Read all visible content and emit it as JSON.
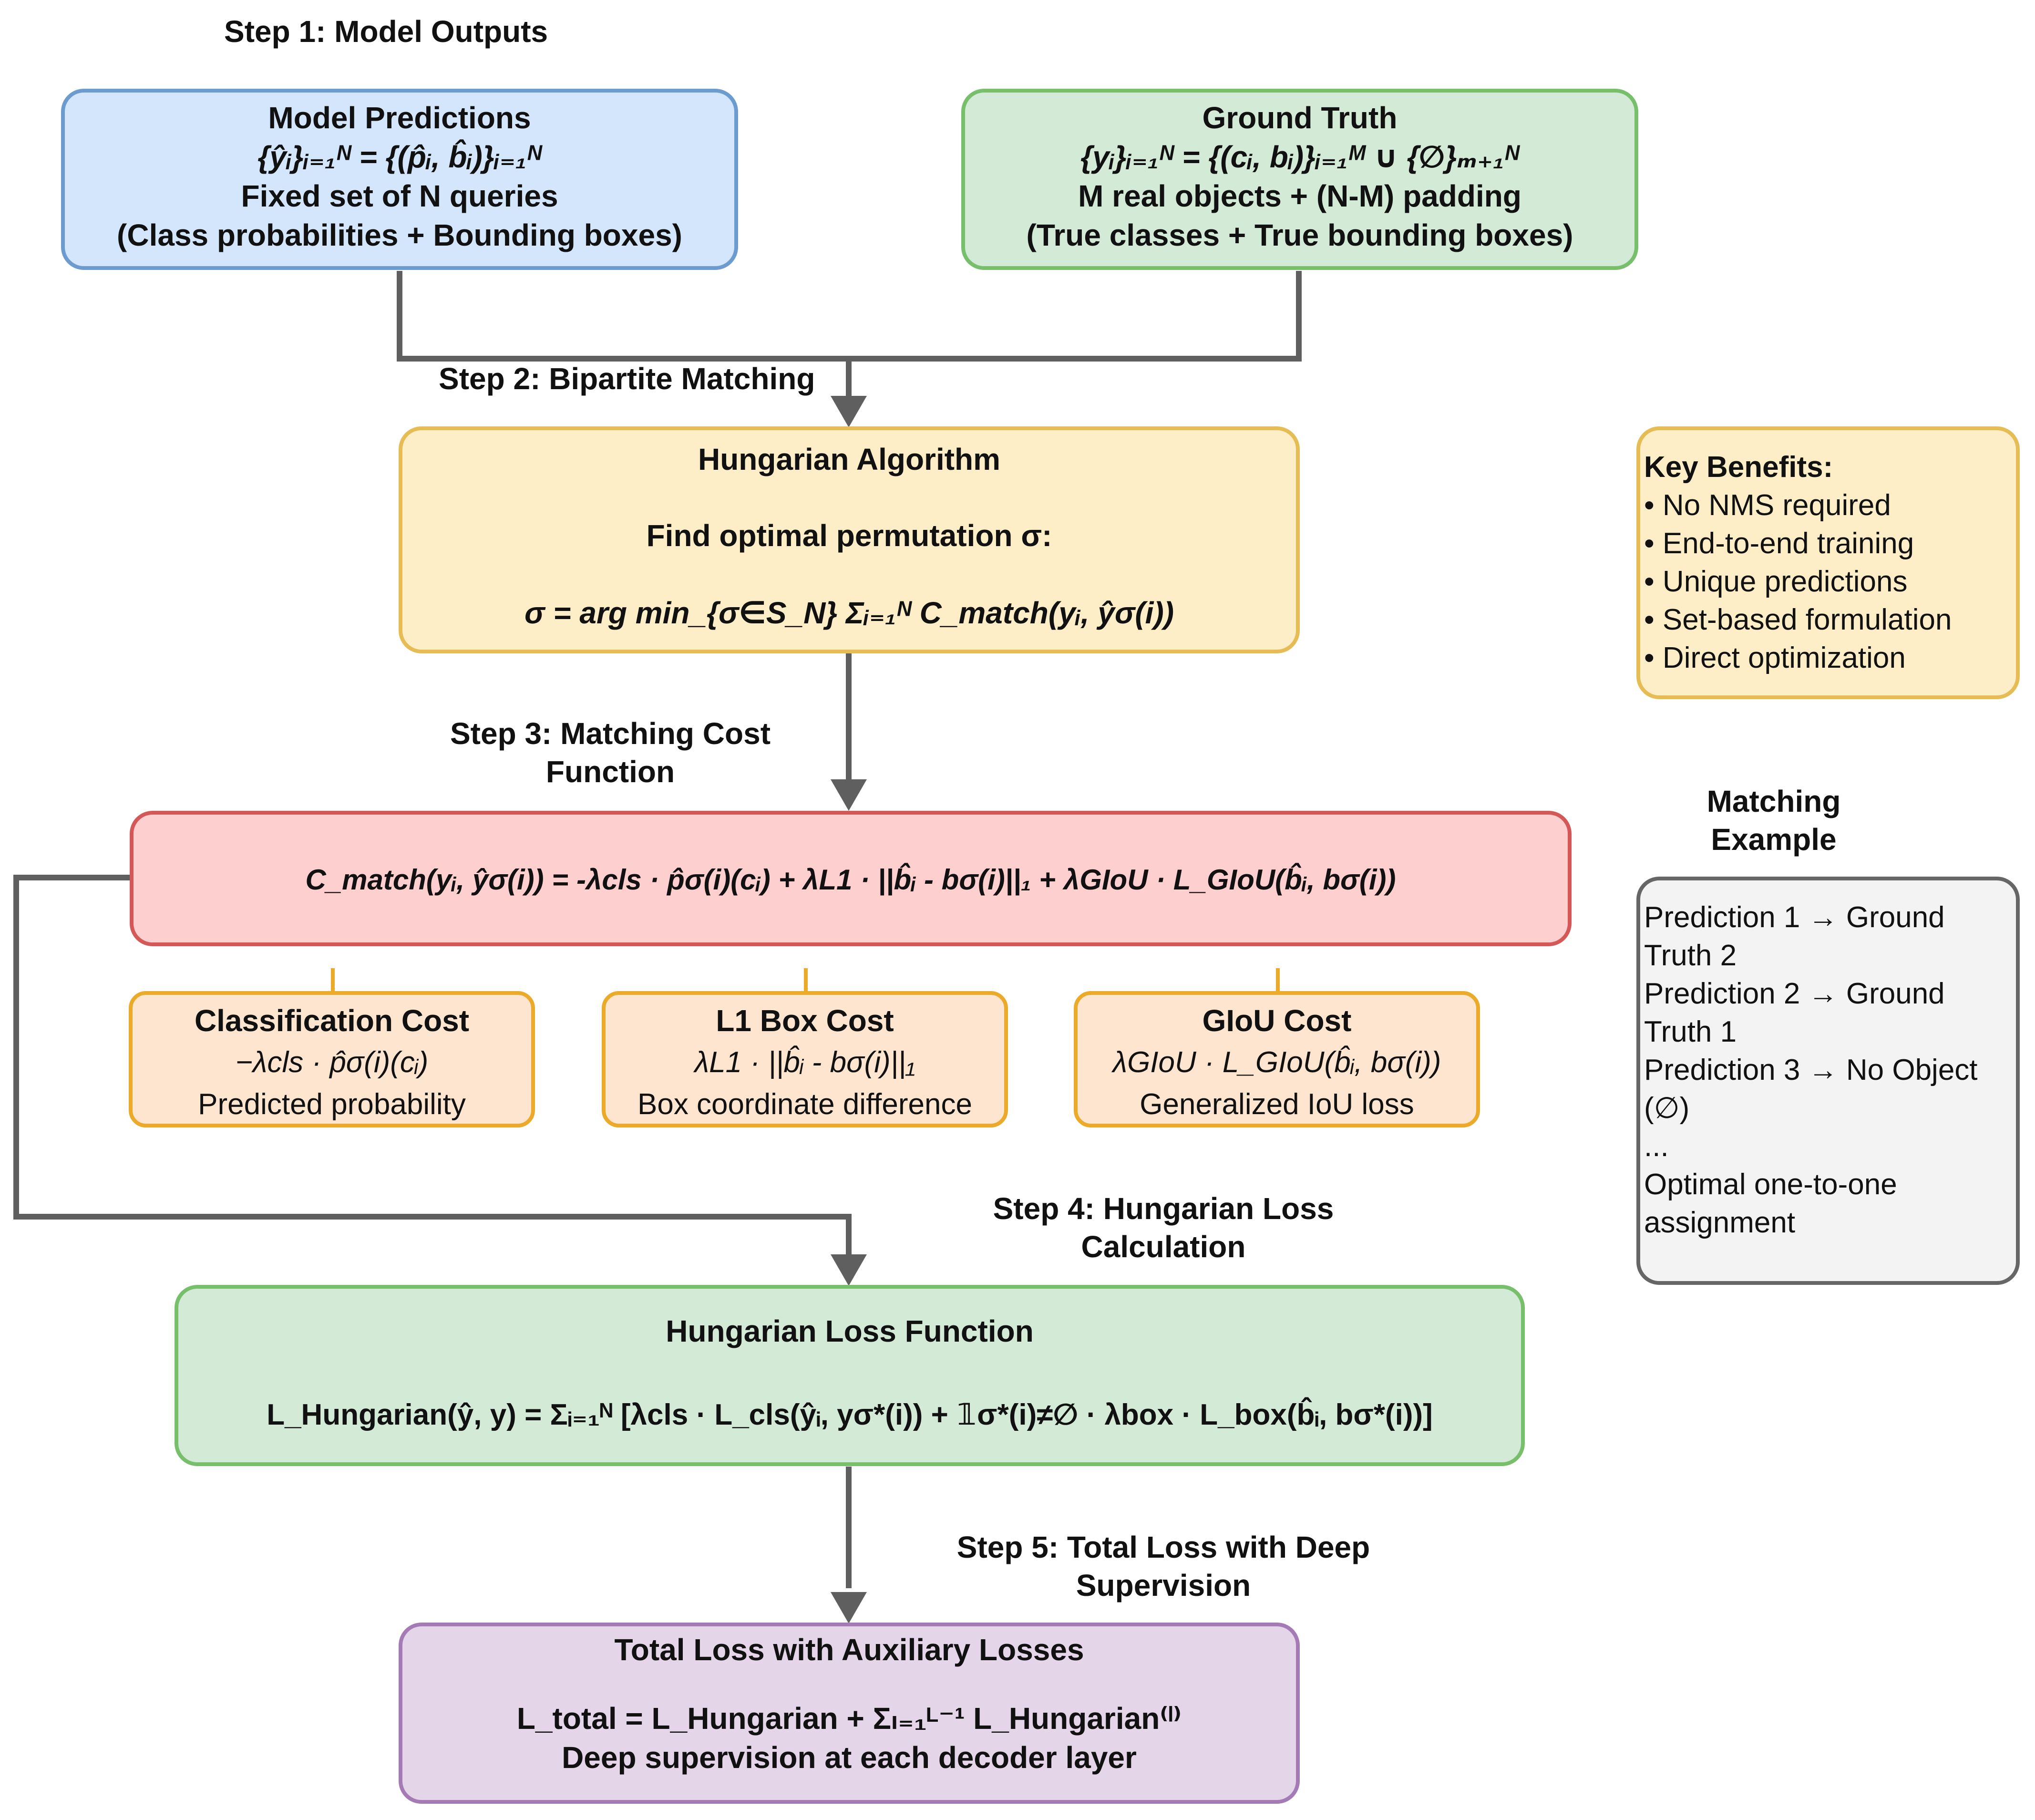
{
  "colors": {
    "blue_fill": "#d4e6fb",
    "blue_border": "#6c9bd0",
    "green_fill": "#d2ead6",
    "green_border": "#78bf6c",
    "yellow_fill": "#fdeec7",
    "yellow_border": "#e6bd55",
    "red_fill": "#fecfcf",
    "red_border": "#d45858",
    "orange_fill": "#fde5cf",
    "orange_border": "#ebaa2a",
    "purple_fill": "#e5d5e9",
    "purple_border": "#a47bb5",
    "gray_fill": "#f3f3f3",
    "gray_border": "#666666",
    "connector": "#5f5f5f"
  },
  "steps": {
    "step1": "Step 1: Model Outputs",
    "step2": "Step 2: Bipartite Matching",
    "step3": "Step 3: Matching Cost Function",
    "step4": "Step 4: Hungarian Loss Calculation",
    "step5": "Step 5: Total Loss with Deep Supervision"
  },
  "model_predictions": {
    "title": "Model Predictions",
    "formula": "{ŷᵢ}ᵢ₌₁ᴺ = {(p̂ᵢ, b̂ᵢ)}ᵢ₌₁ᴺ",
    "line1": "Fixed set of N queries",
    "line2": "(Class probabilities + Bounding boxes)"
  },
  "ground_truth": {
    "title": "Ground Truth",
    "formula": "{yᵢ}ᵢ₌₁ᴺ = {(cᵢ, bᵢ)}ᵢ₌₁ᴹ ∪ {∅}ₘ₊₁ᴺ",
    "line1": "M real objects + (N-M) padding",
    "line2": "(True classes + True bounding boxes)"
  },
  "hungarian_algorithm": {
    "title": "Hungarian Algorithm",
    "line1": "Find optimal permutation σ:",
    "formula": "σ = arg min_{σ∈S_N} Σᵢ₌₁ᴺ C_match(yᵢ, ŷσ(i))"
  },
  "matching_cost": {
    "formula": "C_match(yᵢ, ŷσ(i)) = -λcls · p̂σ(i)(cᵢ) + λL1 · ||b̂ᵢ - bσ(i)||₁ + λGIoU · L_GIoU(b̂ᵢ, bσ(i))"
  },
  "costs": [
    {
      "title": "Classification Cost",
      "formula": "−λcls · p̂σ(i)(cᵢ)",
      "desc": "Predicted probability"
    },
    {
      "title": "L1 Box Cost",
      "formula": "λL1 · ||b̂ᵢ - bσ(i)||₁",
      "desc": "Box coordinate difference"
    },
    {
      "title": "GIoU Cost",
      "formula": "λGIoU · L_GIoU(b̂ᵢ, bσ(i))",
      "desc": "Generalized IoU loss"
    }
  ],
  "hungarian_loss": {
    "title": "Hungarian Loss Function",
    "formula": "L_Hungarian(ŷ, y) = Σᵢ₌₁ᴺ [λcls · L_cls(ŷᵢ, yσ*(i)) + 𝟙σ*(i)≠∅ · λbox · L_box(b̂ᵢ, bσ*(i))]"
  },
  "total_loss": {
    "title": "Total Loss with Auxiliary Losses",
    "formula": "L_total = L_Hungarian + Σₗ₌₁ᴸ⁻¹ L_Hungarian⁽ˡ⁾",
    "line1": "Deep supervision at each decoder layer"
  },
  "key_benefits": {
    "title": "Key Benefits:",
    "items": [
      "• No NMS required",
      "• End-to-end training",
      "• Unique predictions",
      "• Set-based formulation",
      "• Direct optimization"
    ]
  },
  "matching_example": {
    "title": "Matching Example",
    "lines": [
      "Prediction 1 → Ground",
      "Truth 2",
      "Prediction 2 → Ground",
      "Truth 1",
      "Prediction 3 → No Object",
      "(∅)",
      "...",
      "Optimal one-to-one",
      "assignment"
    ]
  }
}
